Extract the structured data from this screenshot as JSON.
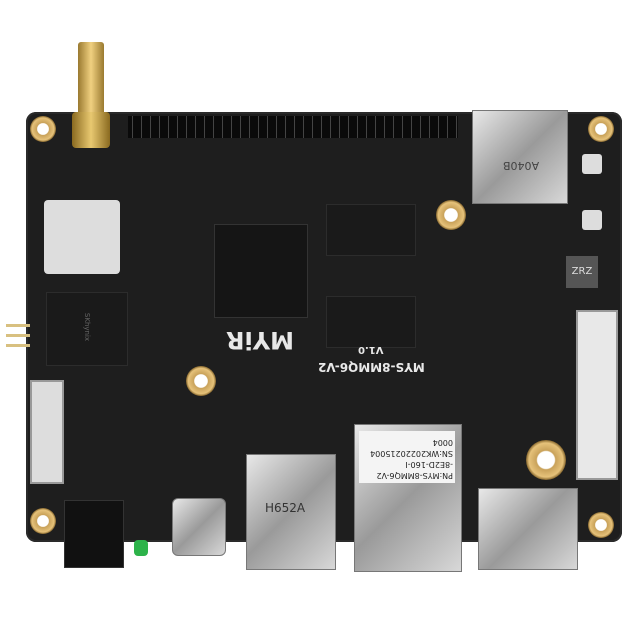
{
  "board": {
    "brand_logo": "MYiR",
    "model": "MYS-8MMQ6-V2",
    "version": "V1.0",
    "ram_marking": "SKhynix",
    "ethernet_label": "H652A",
    "sd_slot_marking": "A040B",
    "inductor_marking": "ZRZ",
    "product_label": {
      "pn": "PN:MYS-8MMQ6-V2",
      "pn_suffix": "-8E2D-160-I",
      "sn": "SN:WK20220215004",
      "code": "0004"
    }
  },
  "colors": {
    "pcb": "#1e1e1e",
    "gold": "#e6c27a",
    "metal": "#c8c8c8",
    "led": "#2db34a"
  }
}
